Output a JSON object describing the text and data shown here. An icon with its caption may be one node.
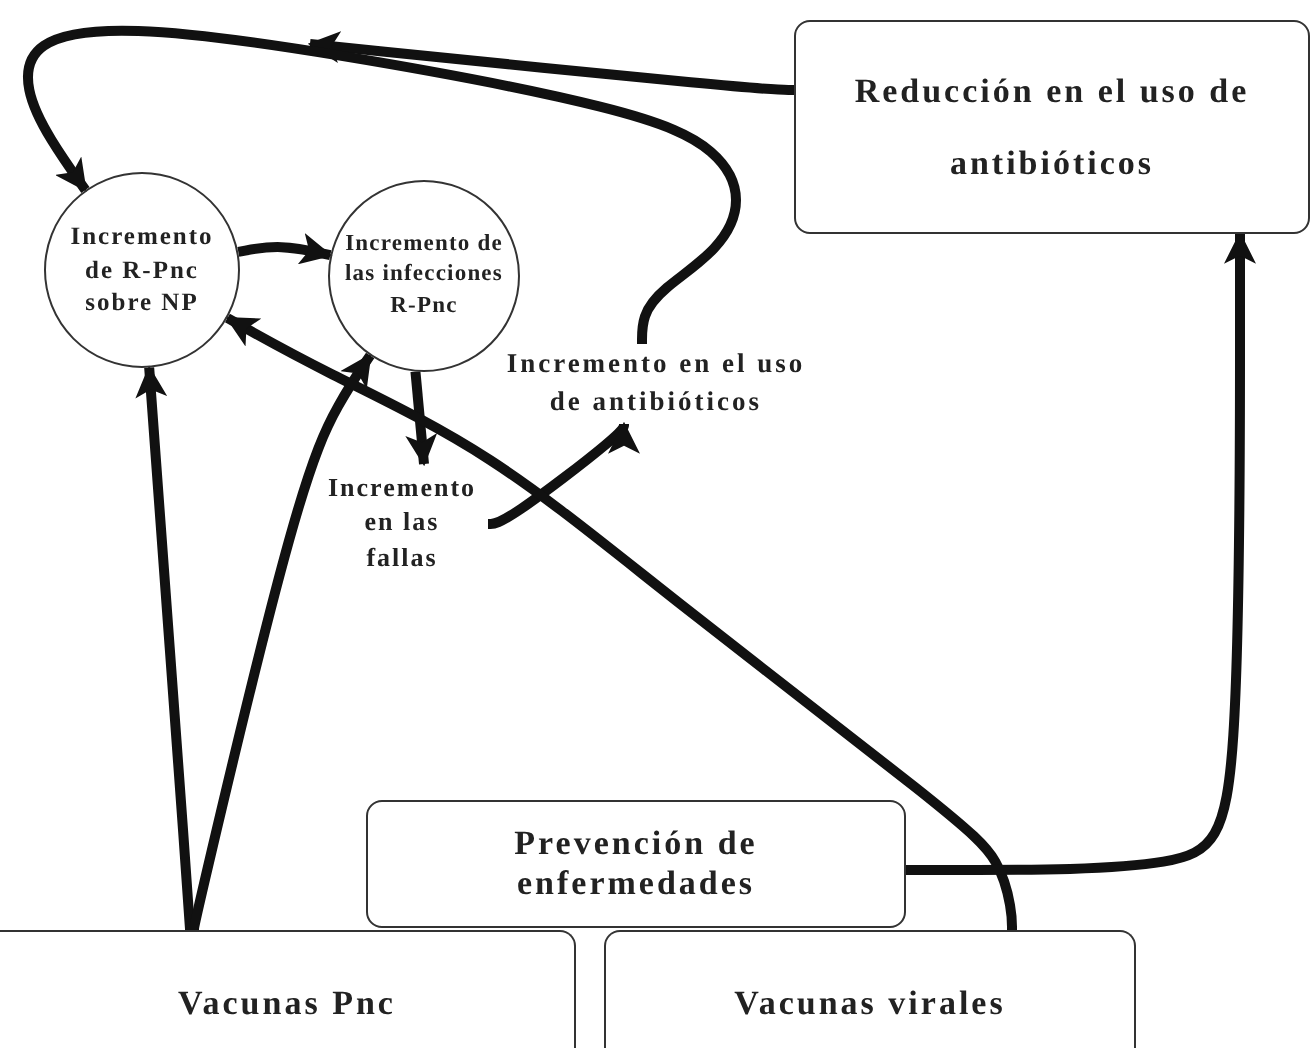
{
  "diagram": {
    "nodes": [
      {
        "text": [
          "Reducción en el uso de antibióticos"
        ]
      },
      {
        "text": [
          "Incremento de R-Pnc sobre NP"
        ]
      },
      {
        "text": [
          "Incremento de las infecciones R-Pnc"
        ]
      },
      {
        "text": [
          "Incremento en el uso de antibióticos"
        ]
      },
      {
        "text": [
          "Incremento en las fallas"
        ]
      },
      {
        "text": [
          "Prevención de enfermedades"
        ]
      },
      {
        "text": [
          "Vacunas Pnc"
        ]
      },
      {
        "text": [
          "Vacunas virales"
        ]
      }
    ],
    "edges": [
      {
        "from": 0,
        "to": null,
        "arrow": "to"
      },
      {
        "from": 3,
        "to": 1,
        "arrow": "to"
      },
      {
        "from": 1,
        "to": 2,
        "arrow": "to"
      },
      {
        "from": 2,
        "to": 4,
        "arrow": "to"
      },
      {
        "from": 4,
        "to": 3,
        "arrow": "to"
      },
      {
        "from": 6,
        "to": 1,
        "arrow": "to"
      },
      {
        "from": 6,
        "to": 2,
        "arrow": "to"
      },
      {
        "from": 7,
        "to": 1,
        "arrow": "to"
      },
      {
        "from": 5,
        "to": 0,
        "arrow": "to"
      }
    ]
  }
}
